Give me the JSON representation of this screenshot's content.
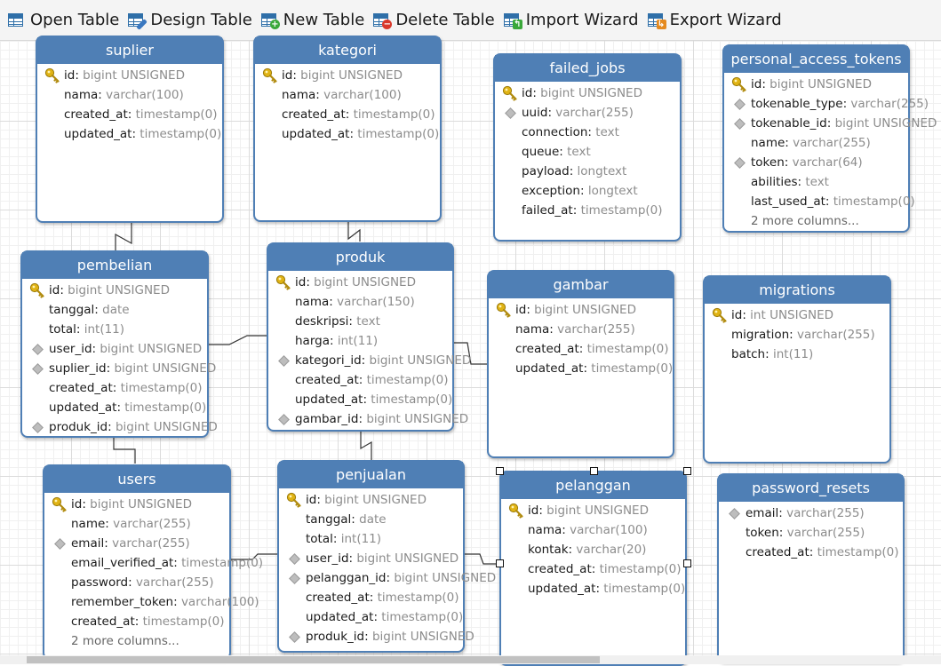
{
  "toolbar": {
    "open_table": "Open Table",
    "design_table": "Design Table",
    "new_table": "New Table",
    "delete_table": "Delete Table",
    "import_wizard": "Import Wizard",
    "export_wizard": "Export Wizard",
    "icons": [
      "open-table-icon",
      "design-table-icon",
      "new-table-icon",
      "delete-table-icon",
      "import-wizard-icon",
      "export-wizard-icon"
    ]
  },
  "colors": {
    "header": "#4f7fb5",
    "key": "#e0b315",
    "type_text": "#8c8c8c"
  },
  "tables": [
    {
      "name": "suplier",
      "fields": [
        {
          "name": "id",
          "type": "bigint UNSIGNED",
          "icon": "key"
        },
        {
          "name": "nama",
          "type": "varchar(100)"
        },
        {
          "name": "created_at",
          "type": "timestamp(0)"
        },
        {
          "name": "updated_at",
          "type": "timestamp(0)"
        }
      ]
    },
    {
      "name": "kategori",
      "fields": [
        {
          "name": "id",
          "type": "bigint UNSIGNED",
          "icon": "key"
        },
        {
          "name": "nama",
          "type": "varchar(100)"
        },
        {
          "name": "created_at",
          "type": "timestamp(0)"
        },
        {
          "name": "updated_at",
          "type": "timestamp(0)"
        }
      ]
    },
    {
      "name": "failed_jobs",
      "fields": [
        {
          "name": "id",
          "type": "bigint UNSIGNED",
          "icon": "key"
        },
        {
          "name": "uuid",
          "type": "varchar(255)",
          "icon": "index"
        },
        {
          "name": "connection",
          "type": "text"
        },
        {
          "name": "queue",
          "type": "text"
        },
        {
          "name": "payload",
          "type": "longtext"
        },
        {
          "name": "exception",
          "type": "longtext"
        },
        {
          "name": "failed_at",
          "type": "timestamp(0)"
        }
      ]
    },
    {
      "name": "personal_access_tokens",
      "fields": [
        {
          "name": "id",
          "type": "bigint UNSIGNED",
          "icon": "key"
        },
        {
          "name": "tokenable_type",
          "type": "varchar(255)",
          "icon": "index"
        },
        {
          "name": "tokenable_id",
          "type": "bigint UNSIGNED",
          "icon": "index"
        },
        {
          "name": "name",
          "type": "varchar(255)"
        },
        {
          "name": "token",
          "type": "varchar(64)",
          "icon": "index"
        },
        {
          "name": "abilities",
          "type": "text"
        },
        {
          "name": "last_used_at",
          "type": "timestamp(0)"
        }
      ],
      "more": "2 more columns..."
    },
    {
      "name": "pembelian",
      "fields": [
        {
          "name": "id",
          "type": "bigint UNSIGNED",
          "icon": "key"
        },
        {
          "name": "tanggal",
          "type": "date"
        },
        {
          "name": "total",
          "type": "int(11)"
        },
        {
          "name": "user_id",
          "type": "bigint UNSIGNED",
          "icon": "index"
        },
        {
          "name": "suplier_id",
          "type": "bigint UNSIGNED",
          "icon": "index"
        },
        {
          "name": "created_at",
          "type": "timestamp(0)"
        },
        {
          "name": "updated_at",
          "type": "timestamp(0)"
        },
        {
          "name": "produk_id",
          "type": "bigint UNSIGNED",
          "icon": "index"
        }
      ]
    },
    {
      "name": "produk",
      "fields": [
        {
          "name": "id",
          "type": "bigint UNSIGNED",
          "icon": "key"
        },
        {
          "name": "nama",
          "type": "varchar(150)"
        },
        {
          "name": "deskripsi",
          "type": "text"
        },
        {
          "name": "harga",
          "type": "int(11)"
        },
        {
          "name": "kategori_id",
          "type": "bigint UNSIGNED",
          "icon": "index"
        },
        {
          "name": "created_at",
          "type": "timestamp(0)"
        },
        {
          "name": "updated_at",
          "type": "timestamp(0)"
        },
        {
          "name": "gambar_id",
          "type": "bigint UNSIGNED",
          "icon": "index"
        }
      ]
    },
    {
      "name": "gambar",
      "fields": [
        {
          "name": "id",
          "type": "bigint UNSIGNED",
          "icon": "key"
        },
        {
          "name": "nama",
          "type": "varchar(255)"
        },
        {
          "name": "created_at",
          "type": "timestamp(0)"
        },
        {
          "name": "updated_at",
          "type": "timestamp(0)"
        }
      ]
    },
    {
      "name": "migrations",
      "fields": [
        {
          "name": "id",
          "type": "int UNSIGNED",
          "icon": "key"
        },
        {
          "name": "migration",
          "type": "varchar(255)"
        },
        {
          "name": "batch",
          "type": "int(11)"
        }
      ]
    },
    {
      "name": "users",
      "fields": [
        {
          "name": "id",
          "type": "bigint UNSIGNED",
          "icon": "key"
        },
        {
          "name": "name",
          "type": "varchar(255)"
        },
        {
          "name": "email",
          "type": "varchar(255)",
          "icon": "index"
        },
        {
          "name": "email_verified_at",
          "type": "timestamp(0)"
        },
        {
          "name": "password",
          "type": "varchar(255)"
        },
        {
          "name": "remember_token",
          "type": "varchar(100)"
        },
        {
          "name": "created_at",
          "type": "timestamp(0)"
        }
      ],
      "more": "2 more columns..."
    },
    {
      "name": "penjualan",
      "fields": [
        {
          "name": "id",
          "type": "bigint UNSIGNED",
          "icon": "key"
        },
        {
          "name": "tanggal",
          "type": "date"
        },
        {
          "name": "total",
          "type": "int(11)"
        },
        {
          "name": "user_id",
          "type": "bigint UNSIGNED",
          "icon": "index"
        },
        {
          "name": "pelanggan_id",
          "type": "bigint UNSIGNED",
          "icon": "index"
        },
        {
          "name": "created_at",
          "type": "timestamp(0)"
        },
        {
          "name": "updated_at",
          "type": "timestamp(0)"
        },
        {
          "name": "produk_id",
          "type": "bigint UNSIGNED",
          "icon": "index"
        }
      ]
    },
    {
      "name": "pelanggan",
      "selected": true,
      "fields": [
        {
          "name": "id",
          "type": "bigint UNSIGNED",
          "icon": "key"
        },
        {
          "name": "nama",
          "type": "varchar(100)"
        },
        {
          "name": "kontak",
          "type": "varchar(20)"
        },
        {
          "name": "created_at",
          "type": "timestamp(0)"
        },
        {
          "name": "updated_at",
          "type": "timestamp(0)"
        }
      ]
    },
    {
      "name": "password_resets",
      "fields": [
        {
          "name": "email",
          "type": "varchar(255)",
          "icon": "index"
        },
        {
          "name": "token",
          "type": "varchar(255)"
        },
        {
          "name": "created_at",
          "type": "timestamp(0)"
        }
      ]
    }
  ]
}
